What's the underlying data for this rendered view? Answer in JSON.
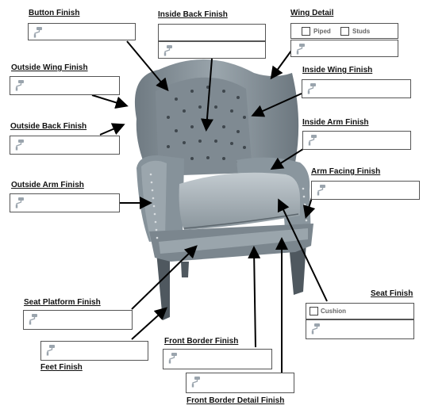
{
  "labels": {
    "button_finish": "Button Finish",
    "inside_back_finish": "Inside Back Finish",
    "wing_detail": "Wing Detail",
    "outside_wing_finish": "Outside Wing Finish",
    "inside_wing_finish": "Inside Wing Finish",
    "outside_back_finish": "Outside Back Finish",
    "inside_arm_finish": "Inside Arm Finish",
    "arm_facing_finish": "Arm Facing Finish",
    "outside_arm_finish": "Outside Arm Finish",
    "seat_finish": "Seat Finish",
    "seat_platform_finish": "Seat Platform Finish",
    "front_border_finish": "Front Border Finish",
    "feet_finish": "Feet Finish",
    "front_border_detail_finish": "Front Border Detail Finish"
  },
  "options": {
    "piped": "Piped",
    "studs": "Studs",
    "cushion": "Cushion"
  },
  "icon": "paint-roller-icon",
  "colors": {
    "chair": "#8a969e",
    "chair_dark": "#5a646c",
    "chair_light": "#b7c0c6",
    "arrow": "#000000",
    "icon": "#9aa4ad"
  }
}
